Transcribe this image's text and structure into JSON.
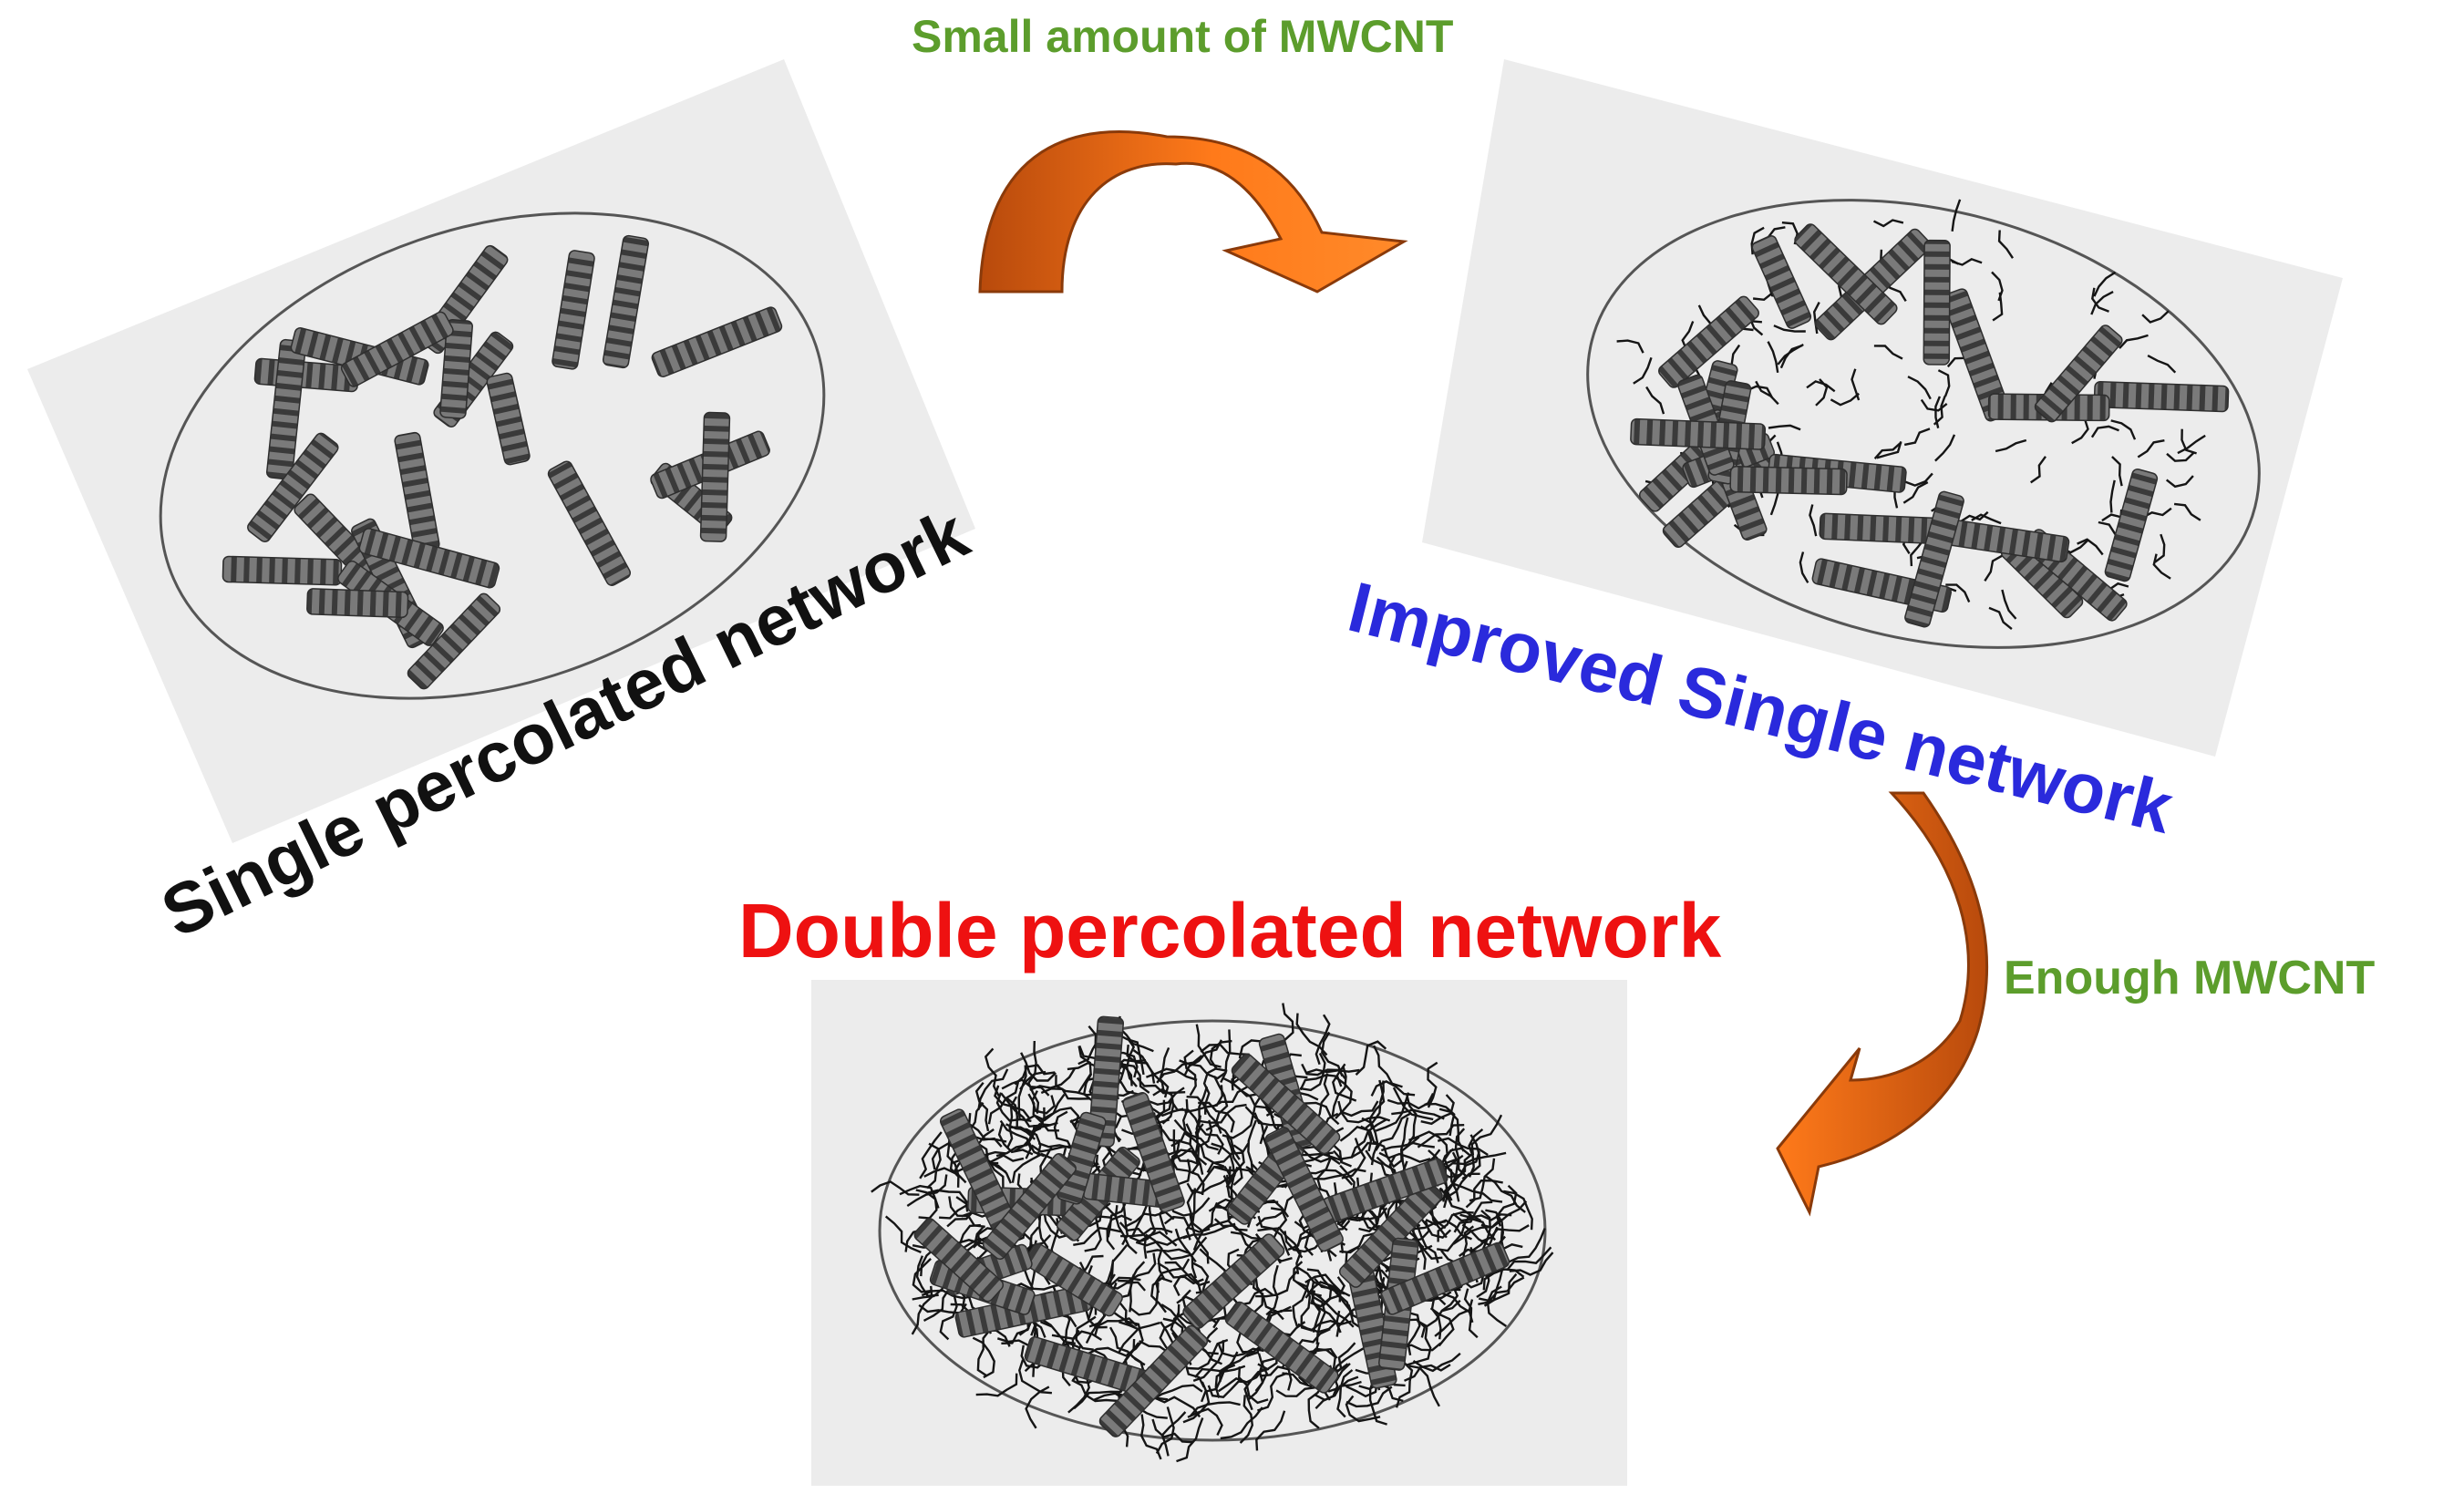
{
  "labels": {
    "top_arrow": "Small amount of MWCNT",
    "side_arrow": "Enough MWCNT",
    "single": "Single percolated network",
    "improved": "Improved Single network",
    "double": "Double percolated network"
  },
  "colors": {
    "green_label": "#5c9d2c",
    "black_label": "#111111",
    "blue_label": "#2a2adc",
    "red_label": "#ee1111",
    "arrow_light": "#ff7a1a",
    "arrow_dark": "#b84a0c",
    "panel": "#ececec",
    "rod": "#6d6d6d",
    "rod_dark": "#3c3c3c",
    "tube": "#151515"
  },
  "icons": [
    "curved-arrow-icon",
    "ellipse-matrix-icon"
  ]
}
